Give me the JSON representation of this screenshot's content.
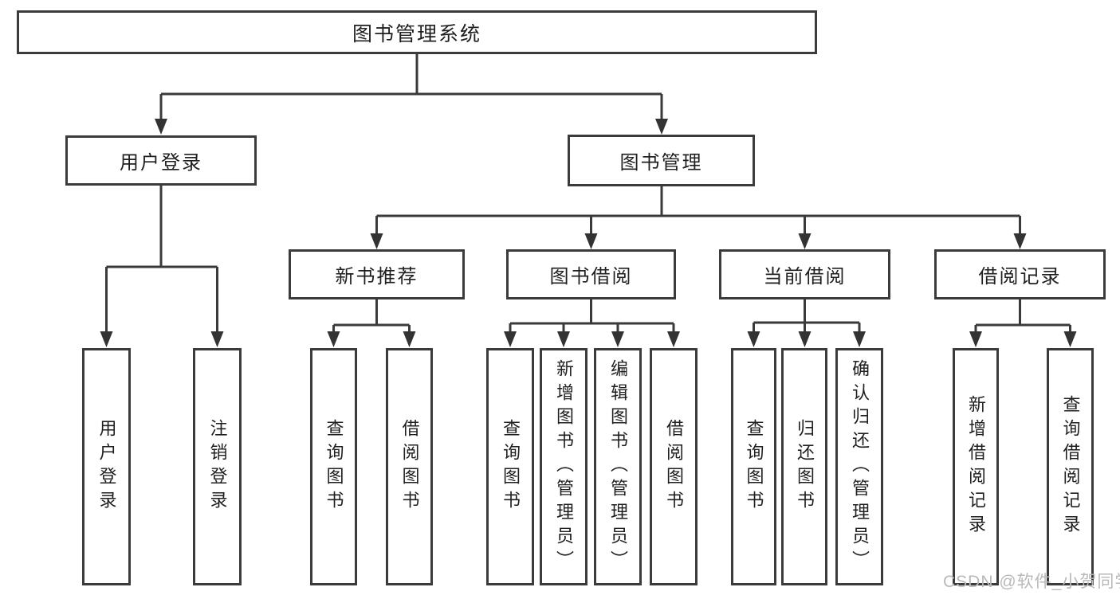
{
  "diagram": {
    "root": {
      "label": "图书管理系统"
    },
    "branches": [
      {
        "label": "用户登录",
        "children": [
          {
            "label": "用户登录"
          },
          {
            "label": "注销登录"
          }
        ]
      },
      {
        "label": "图书管理",
        "children": [
          {
            "label": "新书推荐",
            "children": [
              {
                "label": "查询图书"
              },
              {
                "label": "借阅图书"
              }
            ]
          },
          {
            "label": "图书借阅",
            "children": [
              {
                "label": "查询图书"
              },
              {
                "label": "新增图书（管理员）"
              },
              {
                "label": "编辑图书（管理员）"
              },
              {
                "label": "借阅图书"
              }
            ]
          },
          {
            "label": "当前借阅",
            "children": [
              {
                "label": "查询图书"
              },
              {
                "label": "归还图书"
              },
              {
                "label": "确认归还（管理员）"
              }
            ]
          },
          {
            "label": "借阅记录",
            "children": [
              {
                "label": "新增借阅记录"
              },
              {
                "label": "查询借阅记录"
              }
            ]
          }
        ]
      }
    ],
    "watermark": "CSDN @软件_小贺同学",
    "colors": {
      "line": "#3a3a3a",
      "border": "#3b3b3b",
      "text": "#1f1f1f",
      "watermark": "#b9b9b9",
      "background": "#ffffff"
    }
  }
}
